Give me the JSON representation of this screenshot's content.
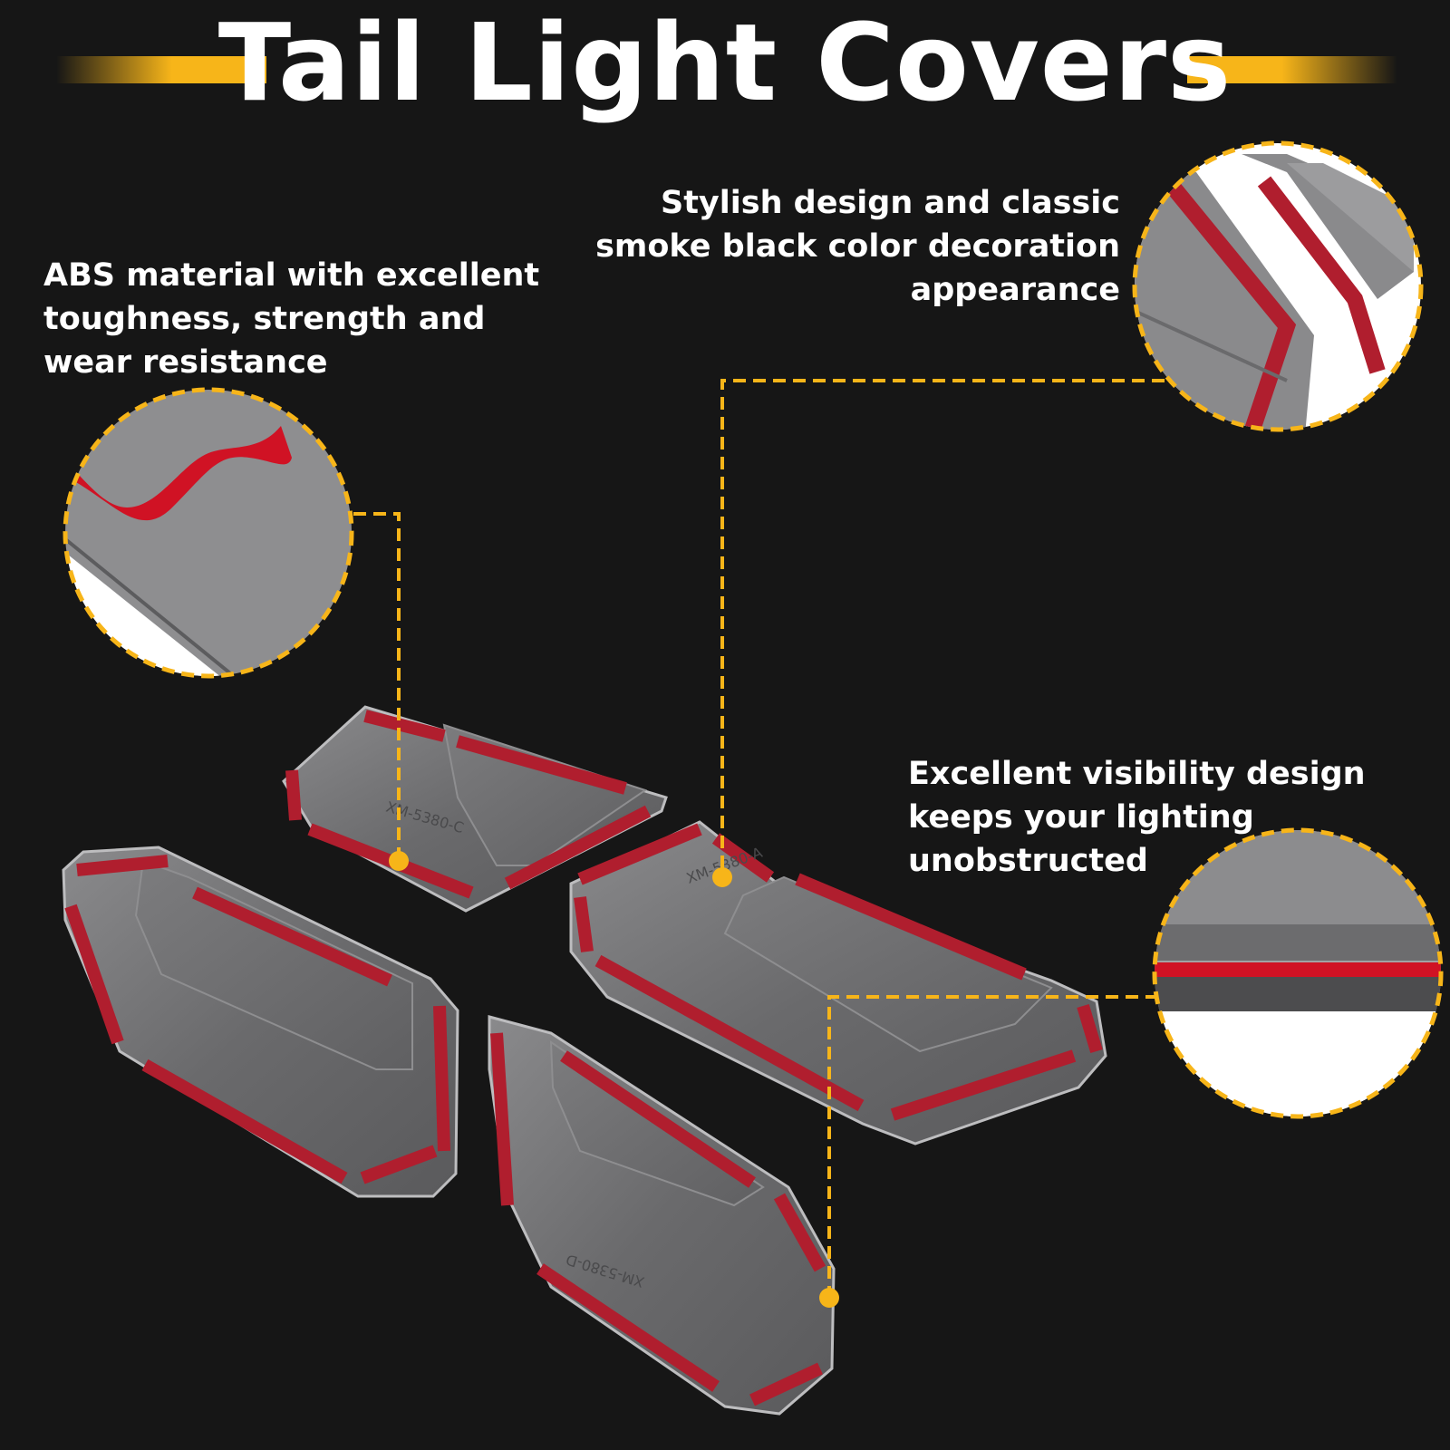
{
  "title": "Tail Light Covers",
  "colors": {
    "background": "#161616",
    "accent": "#f7b519",
    "adhesive_tape": "#b01e2e",
    "cover_smoke": "#6a6a6c"
  },
  "callouts": [
    {
      "id": "material",
      "lines": [
        "ABS material with excellent",
        "toughness, strength and",
        "wear resistance"
      ]
    },
    {
      "id": "style",
      "lines": [
        "Stylish design and classic",
        "smoke black color decoration",
        "appearance"
      ]
    },
    {
      "id": "visibility",
      "lines": [
        "Excellent visibility design",
        "keeps your lighting",
        "unobstructed"
      ]
    }
  ],
  "part_markings": [
    "XM-5380-C",
    "XM-5380-D",
    "XM-5380-A"
  ]
}
